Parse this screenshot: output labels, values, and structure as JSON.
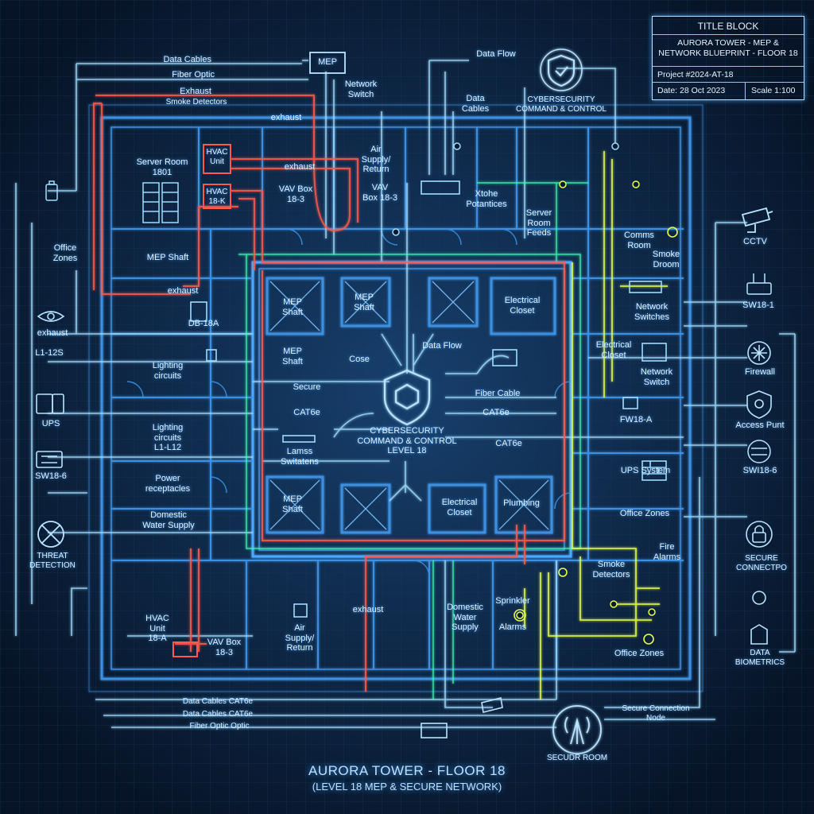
{
  "title_block": {
    "heading": "TITLE BLOCK",
    "name": "AURORA TOWER - MEP & NETWORK BLUEPRINT - FLOOR 18",
    "project": "Project #2024-AT-18",
    "date": "Date: 28 Oct 2023",
    "scale": "Scale 1:100"
  },
  "footer": {
    "title": "AURORA TOWER - FLOOR 18",
    "subtitle": "(LEVEL 18 MEP & SECURE NETWORK)"
  },
  "labels": {
    "data_cables_top": "Data Cables",
    "fiber_optic_top": "Fiber Optic",
    "exhaust_top": "Exhaust",
    "smoke_detectors_top": "Smoke Detectors",
    "exhaust_top2": "exhaust",
    "mep_box": "MEP",
    "network_switch_top": "Network\nSwitch",
    "data_flow_top": "Data Flow",
    "data_cables_center": "Data\nCables",
    "cyber_top": "CYBERSECURITY\nCOMMAND & CONTROL",
    "server_room": "Server Room\n1801",
    "hvac_unit_top": "HVAC\nUnit",
    "hvac_18k": "HVAC\n18-K",
    "exhaust_mid": "exhaust",
    "air_supply_top": "Air\nSupply/\nReturn",
    "vav_box_left": "VAV Box\n18-3",
    "vav_box_right": "VAV\nBox 18-3",
    "smoke_detectors_mid": "Xtohe\nPotantices",
    "server_room_feeds": "Server\nRoom\nFeeds",
    "office_zones_left": "Office\nZones",
    "mep_shaft_left": "MEP Shaft",
    "comms_room": "Comms\nRoom",
    "smoke_droom": "Smoke\nDroom",
    "cctv": "CCTV",
    "exhaust_left": "exhaust",
    "db18a": "DB-18A",
    "mep_shaft_a": "MEP\nShaft",
    "mep_shaft_b": "MEP\nShaft",
    "electrical_closet_a": "Electrical\nCloset",
    "network_switches": "Network\nSwitches",
    "sw18_1": "SW18-1",
    "l1_12s": "L1-12S",
    "mep_shaft_c": "MEP\nShaft",
    "cose": "Cose",
    "data_flow_center": "Data Flow",
    "electrical_closet_b": "Electrical\nCloset",
    "firewall": "Firewall",
    "lighting_circuits": "Lighting\ncircuits",
    "network_switch_right": "Network\nSwitch",
    "secure": "Secure",
    "fiber_cable": "Fiber Cable",
    "ups_left": "UPS",
    "cat6e_left": "CAT6e",
    "cat6e_right": "CAT6e",
    "fw18a": "FW18-A",
    "access_point": "Access Punt",
    "cyber_center": "CYBERSECURITY\nCOMMAND & CONTROL\nLEVEL 18",
    "lighting_circuits_l1": "Lighting\ncircuits\nL1-L12",
    "lamss_switches": "Lamss\nSwitatens",
    "cat6e_center": "CAT6e",
    "sw18_6_left": "SW18-6",
    "ups_system": "UPS System",
    "sw18_6_right": "SWI18-6",
    "power_receptacles": "Power\nreceptacles",
    "mep_shaft_d": "MEP\nShaft",
    "electrical_closet_c": "Electrical\nCloset",
    "plumbing": "Plumbing",
    "domestic_water_left": "Domestic\nWater Supply",
    "office_zones_right": "Office Zones",
    "threat_detection": "THREAT\nDETECTION",
    "fire_alarms": "Fire\nAlarms",
    "smoke_detectors_low": "Smoke\nDetectors",
    "secure_connectpo": "SECURE\nCONNECTPO",
    "hvac_unit_18a": "HVAC\nUnit\n18-A",
    "vav_box_low": "VAV Box\n18-3",
    "air_supply_low": "Air\nSupply/\nReturn",
    "exhaust_low": "exhaust",
    "domestic_water_right": "Domestic\nWater\nSupply",
    "sprinkler": "Sprinkler",
    "alarms": "Alarms",
    "office_zones_low": "Office Zones",
    "data_biometrics": "DATA\nBIOMETRICS",
    "data_cables_cat6e_1": "Data Cables CAT6e",
    "data_cables_cat6e_2": "Data Cables CAT6e",
    "fiber_optic_low": "Fiber Optic Optic",
    "secure_connection_node": "Secure Connection\nNode",
    "secudr_room": "SECUDR ROOM"
  },
  "colors": {
    "background": "#0a1a30",
    "grid": "#16365a",
    "wall": "#3c8fe0",
    "data_line": "#9fdcff",
    "hvac_line": "#ff5a4a",
    "fire_line": "#e6ff4a",
    "green_line": "#3cffb4",
    "text": "#e6f2ff"
  },
  "icons": [
    "shield-check-icon",
    "shield-cube-icon",
    "server-rack-icon",
    "battery-icon",
    "ups-icon",
    "switch-icon",
    "threat-detection-icon",
    "cctv-camera-icon",
    "router-icon",
    "firewall-icon",
    "access-point-icon",
    "lock-icon",
    "biometric-icon",
    "antenna-icon",
    "fire-alarm-icon",
    "smoke-detector-icon",
    "sprinkler-icon",
    "camera-icon"
  ]
}
